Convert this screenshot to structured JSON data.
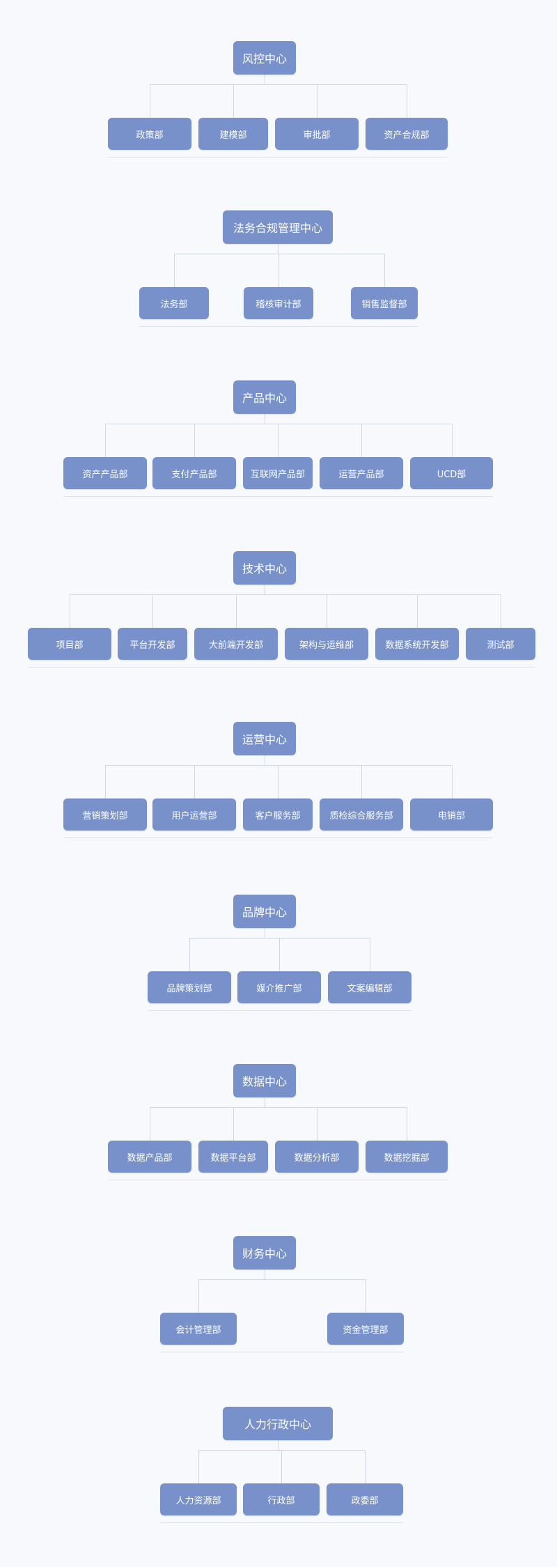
{
  "colors": {
    "box": "#7891cb",
    "line": "#cfd6e4",
    "base_line": "#dde2ea",
    "background": "#f7f9fd",
    "text": "#ffffff"
  },
  "sections": [
    {
      "center": "风控中心",
      "departments": [
        "政策部",
        "建模部",
        "审批部",
        "资产合规部"
      ]
    },
    {
      "center": "法务合规管理中心",
      "departments": [
        "法务部",
        "稽核审计部",
        "销售监督部"
      ]
    },
    {
      "center": "产品中心",
      "departments": [
        "资产产品部",
        "支付产品部",
        "互联网产品部",
        "运营产品部",
        "UCD部"
      ]
    },
    {
      "center": "技术中心",
      "departments": [
        "项目部",
        "平台开发部",
        "大前端开发部",
        "架构与运维部",
        "数据系统开发部",
        "测试部"
      ]
    },
    {
      "center": "运营中心",
      "departments": [
        "营销策划部",
        "用户运营部",
        "客户服务部",
        "质检综合服务部",
        "电销部"
      ]
    },
    {
      "center": "品牌中心",
      "departments": [
        "品牌策划部",
        "媒介推广部",
        "文案编辑部"
      ]
    },
    {
      "center": "数据中心",
      "departments": [
        "数据产品部",
        "数据平台部",
        "数据分析部",
        "数据挖掘部"
      ]
    },
    {
      "center": "财务中心",
      "departments": [
        "会计管理部",
        "资金管理部"
      ]
    },
    {
      "center": "人力行政中心",
      "departments": [
        "人力资源部",
        "行政部",
        "政委部"
      ]
    }
  ]
}
